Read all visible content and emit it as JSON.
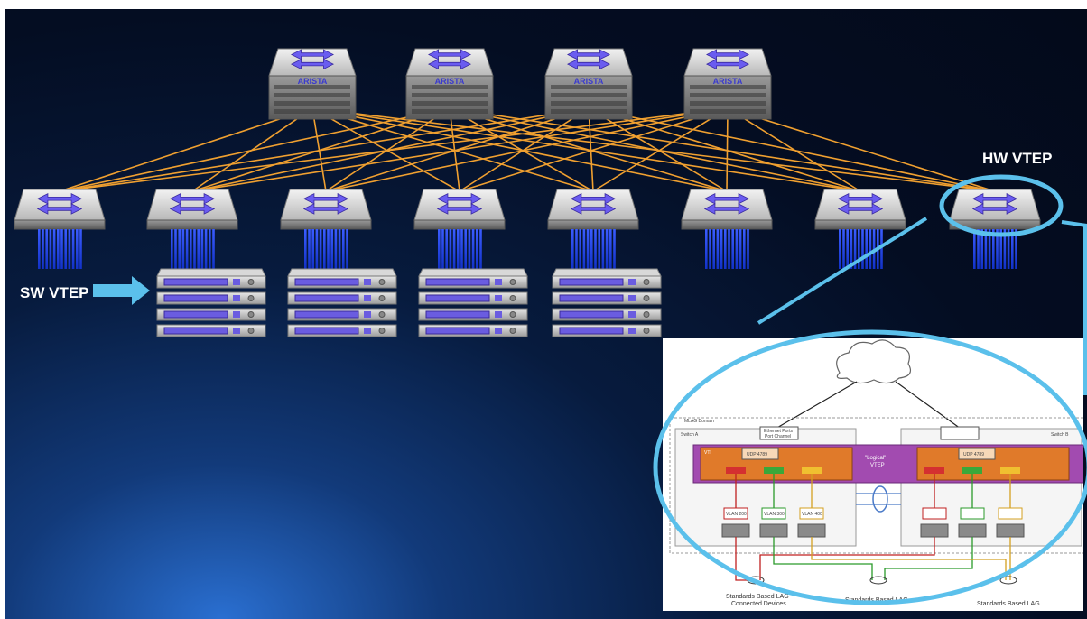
{
  "labels": {
    "hw_vtep": "HW VTEP",
    "sw_vtep": "SW VTEP"
  },
  "spine": {
    "brand": "ARISTA",
    "count": 4
  },
  "leaf": {
    "count": 8
  },
  "servers": {
    "racks": 4,
    "units_per_rack": 4
  },
  "colors": {
    "link": "#f0a030",
    "switch_icon": "#6a5cf0",
    "ports": "#2a4cff",
    "highlight": "#5bc0eb",
    "logical_vtep": "#a24bb0",
    "vtep_box": "#e07a2a"
  },
  "inset": {
    "domain": "MLAG Domain",
    "switch_a": "Switch A",
    "switch_b": "Switch B",
    "ethernet_ports": "Ethernet Ports",
    "port_channel": "Port Channel",
    "vti_a": "VTI",
    "udp_label": "UDP 4789",
    "logical_vtep_1": "\"Logical\"",
    "logical_vtep_2": "VTEP",
    "vlan_1": "VLAN 200",
    "vlan_2": "VLAN 300",
    "vlan_3": "VLAN 400",
    "port_1": "Ethernet Ports",
    "std_lag_1a": "Standards Based LAG",
    "std_lag_1b": "Connected Devices"
  }
}
